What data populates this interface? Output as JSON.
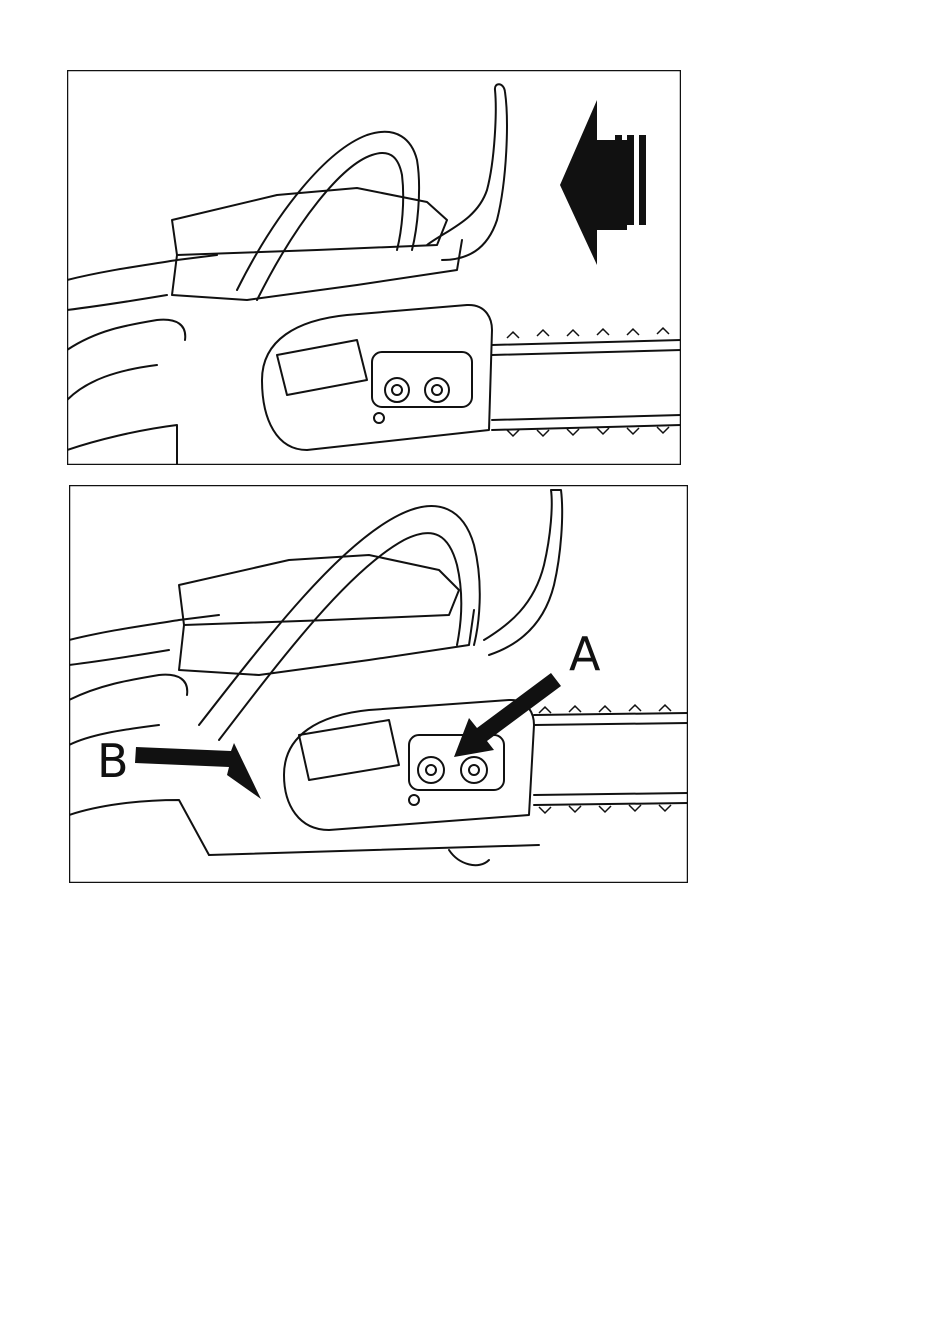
{
  "figure_top": {
    "description_icon": "arrow-left-with-stripes"
  },
  "figure_bottom": {
    "labels": {
      "a": "A",
      "b": "B"
    }
  },
  "colors": {
    "ink": "#111111",
    "paper": "#ffffff"
  }
}
